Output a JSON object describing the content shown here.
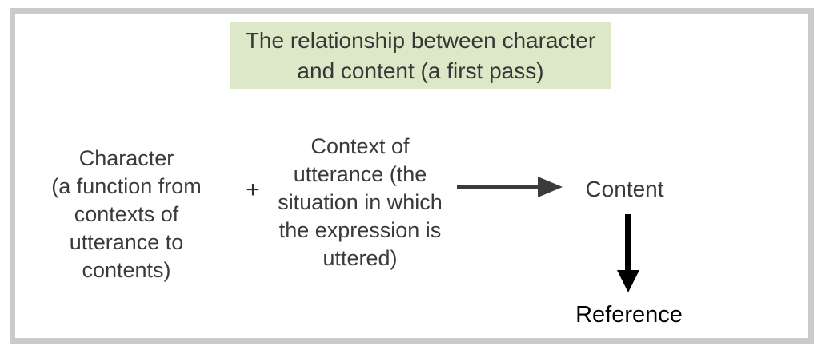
{
  "diagram": {
    "title": {
      "lines": [
        "The relationship between character",
        "and content (a first pass)"
      ]
    },
    "character_block": {
      "lines": [
        "Character",
        "(a function from",
        "contexts of",
        "utterance to",
        "contents)"
      ]
    },
    "operator": "+",
    "context_block": {
      "lines": [
        "Context of",
        "utterance (the",
        "situation in which",
        "the expression is",
        "uttered)"
      ]
    },
    "content_label": "Content",
    "reference_label": "Reference",
    "icons": {
      "horizontal_arrow": "arrow-right",
      "vertical_arrow": "arrow-down"
    },
    "colors": {
      "title_background": "#dde8c9",
      "body_text": "#3a3a3a",
      "horizontal_arrow": "#3b3b3b",
      "vertical_arrow": "#000000",
      "reference_text": "#000000",
      "frame_border": "#c9caca",
      "page_background": "#ffffff"
    }
  }
}
